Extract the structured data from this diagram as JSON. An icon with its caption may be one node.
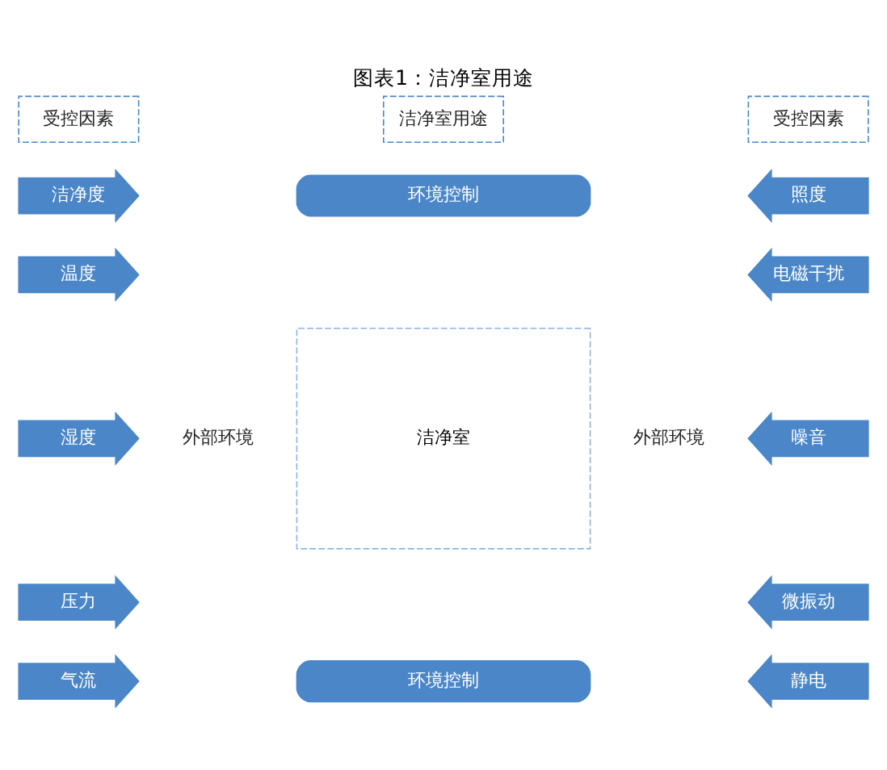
{
  "diagram": {
    "title": "图表1：洁净室用途",
    "nodes": [
      {
        "text": [
          "受控因素"
        ]
      },
      {
        "text": [
          "洁净室用途"
        ]
      },
      {
        "text": [
          "受控因素"
        ]
      },
      {
        "text": [
          "洁净度"
        ]
      },
      {
        "text": [
          "环境控制"
        ]
      },
      {
        "text": [
          "照度"
        ]
      },
      {
        "text": [
          "温度"
        ]
      },
      {
        "text": [
          "电磁干扰"
        ]
      },
      {
        "text": [
          "外部环境"
        ]
      },
      {
        "text": [
          "洁净室"
        ]
      },
      {
        "text": [
          "外部环境"
        ]
      },
      {
        "text": [
          "湿度"
        ]
      },
      {
        "text": [
          "噪音"
        ]
      },
      {
        "text": [
          "压力"
        ]
      },
      {
        "text": [
          "微振动"
        ]
      },
      {
        "text": [
          "气流"
        ]
      },
      {
        "text": [
          "环境控制"
        ]
      },
      {
        "text": [
          "静电"
        ]
      }
    ]
  }
}
